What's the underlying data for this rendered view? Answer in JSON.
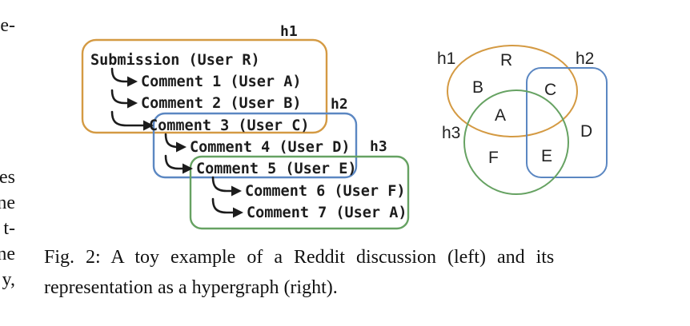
{
  "margin_fragments": [
    "e-",
    "es",
    "ne",
    "t-",
    "ne",
    "y,"
  ],
  "colors": {
    "h1": "#d49a43",
    "h2": "#5b87c2",
    "h3": "#66a262"
  },
  "tree": {
    "rows": [
      {
        "label": "Submission (User R)"
      },
      {
        "label": "Comment 1 (User A)"
      },
      {
        "label": "Comment 2 (User B)"
      },
      {
        "label": "Comment 3 (User C)"
      },
      {
        "label": "Comment 4 (User D)"
      },
      {
        "label": "Comment 5 (User E)"
      },
      {
        "label": "Comment 6 (User F)"
      },
      {
        "label": "Comment 7 (User A)"
      }
    ],
    "hyperedges": [
      {
        "id": "h1"
      },
      {
        "id": "h2"
      },
      {
        "id": "h3"
      }
    ]
  },
  "hypergraph": {
    "edge_labels": [
      "h1",
      "h2",
      "h3"
    ],
    "nodes": [
      "R",
      "B",
      "C",
      "A",
      "D",
      "F",
      "E"
    ]
  },
  "caption": {
    "line1": "Fig. 2: A toy example of a Reddit discussion (left) and its",
    "line2": "representation as a hypergraph (right)."
  }
}
